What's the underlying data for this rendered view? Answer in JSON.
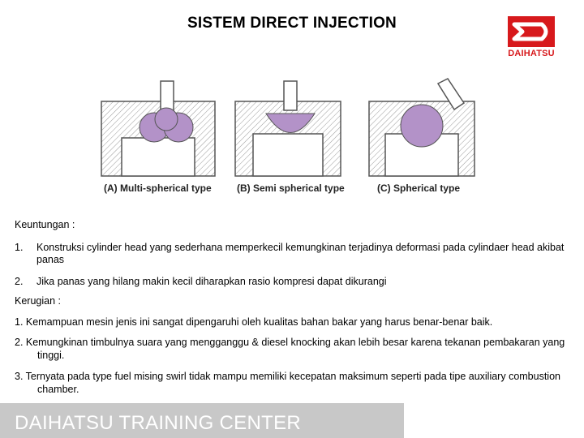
{
  "title": "SISTEM DIRECT INJECTION",
  "logo": {
    "text": "DAIHATSU",
    "color": "#d7191c"
  },
  "diagram": {
    "captions": [
      "(A) Multi-spherical type",
      "(B) Semi spherical type",
      "(C) Spherical type"
    ],
    "chamber_color": "#b392c8"
  },
  "keuntungan": {
    "heading": "Keuntungan :",
    "items": [
      {
        "num": "1.",
        "text": "Konstruksi cylinder head yang sederhana memperkecil kemungkinan terjadinya deformasi pada cylindaer head akibat panas"
      },
      {
        "num": "2.",
        "text": "Jika panas yang hilang makin kecil diharapkan rasio kompresi dapat dikurangi"
      }
    ]
  },
  "kerugian": {
    "heading": "Kerugian :",
    "items": [
      "1. Kemampuan mesin jenis ini sangat dipengaruhi oleh kualitas bahan bakar yang harus benar-benar baik.",
      "2. Kemungkinan timbulnya suara yang mengganggu & diesel knocking akan lebih besar karena tekanan pembakaran yang tinggi.",
      "3. Ternyata pada type fuel mising swirl tidak mampu memiliki kecepatan maksimum seperti pada tipe auxiliary combustion chamber."
    ]
  },
  "footer": {
    "text": "DAIHATSU TRAINING CENTER"
  }
}
